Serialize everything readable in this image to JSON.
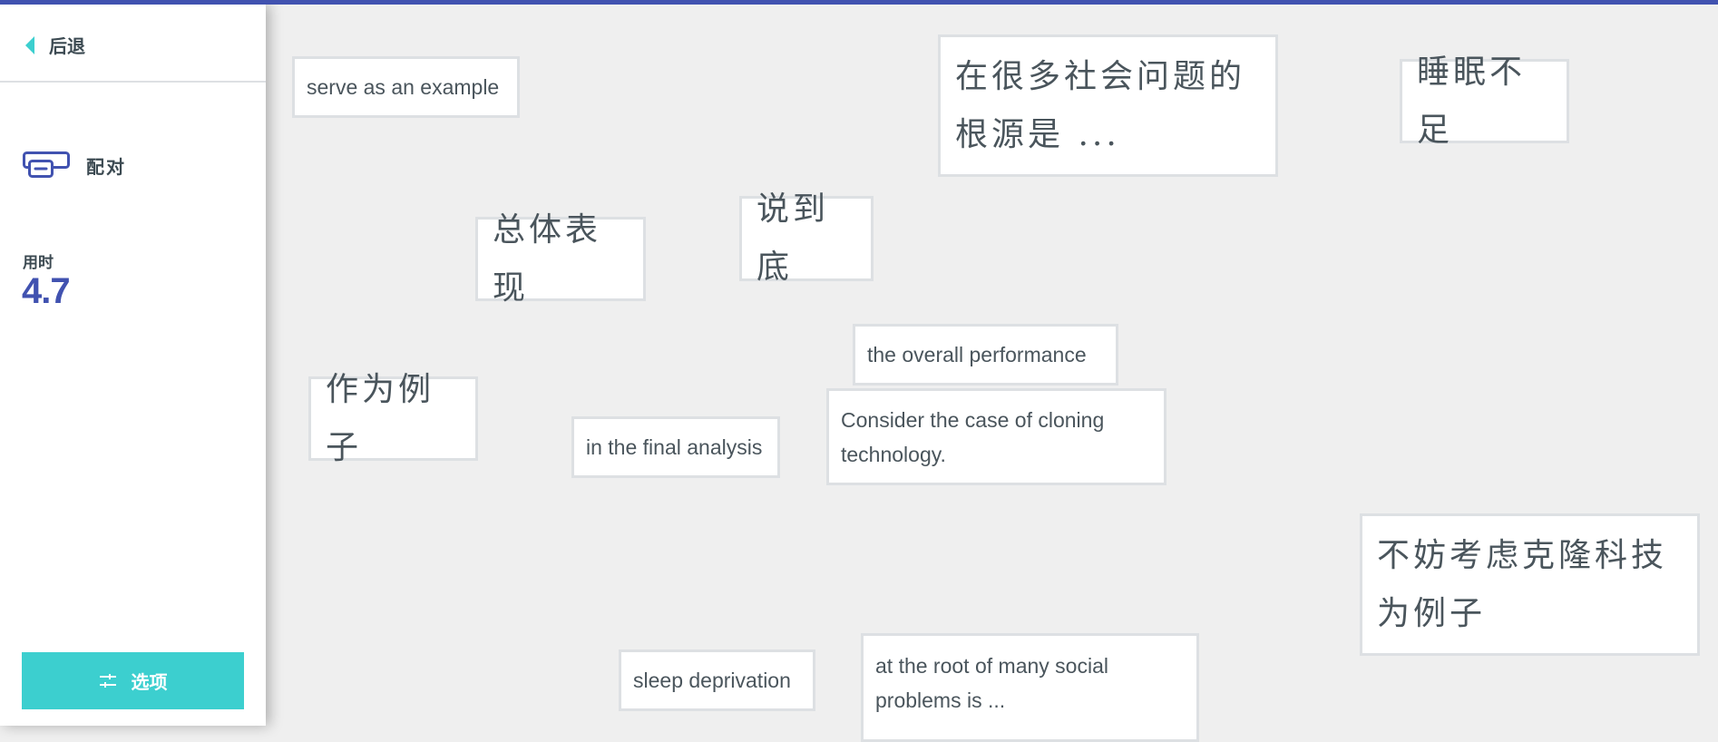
{
  "window": {
    "accent_color": "#4152b0",
    "teal_color": "#3ccfcf"
  },
  "sidebar": {
    "back_label": "后退",
    "mode_icon": "match-cards-icon",
    "mode_label": "配对",
    "time_label": "用时",
    "time_value": "4.7",
    "options_icon": "sliders-icon",
    "options_label": "选项"
  },
  "board": {
    "cards": [
      {
        "text": "serve as an example",
        "lang": "en"
      },
      {
        "text": "在很多社会问题的根源是 ...",
        "lang": "zh"
      },
      {
        "text": "睡眠不足",
        "lang": "zh"
      },
      {
        "text": "总体表现",
        "lang": "zh"
      },
      {
        "text": "说到底",
        "lang": "zh"
      },
      {
        "text": "the overall performance",
        "lang": "en"
      },
      {
        "text": "作为例子",
        "lang": "zh"
      },
      {
        "text": "in the final analysis",
        "lang": "en"
      },
      {
        "text": "Consider the case of cloning technology.",
        "lang": "en"
      },
      {
        "text": "不妨考虑克隆科技为例子",
        "lang": "zh"
      },
      {
        "text": "sleep deprivation",
        "lang": "en"
      },
      {
        "text": "at the root of many social problems is ...",
        "lang": "en"
      }
    ]
  }
}
